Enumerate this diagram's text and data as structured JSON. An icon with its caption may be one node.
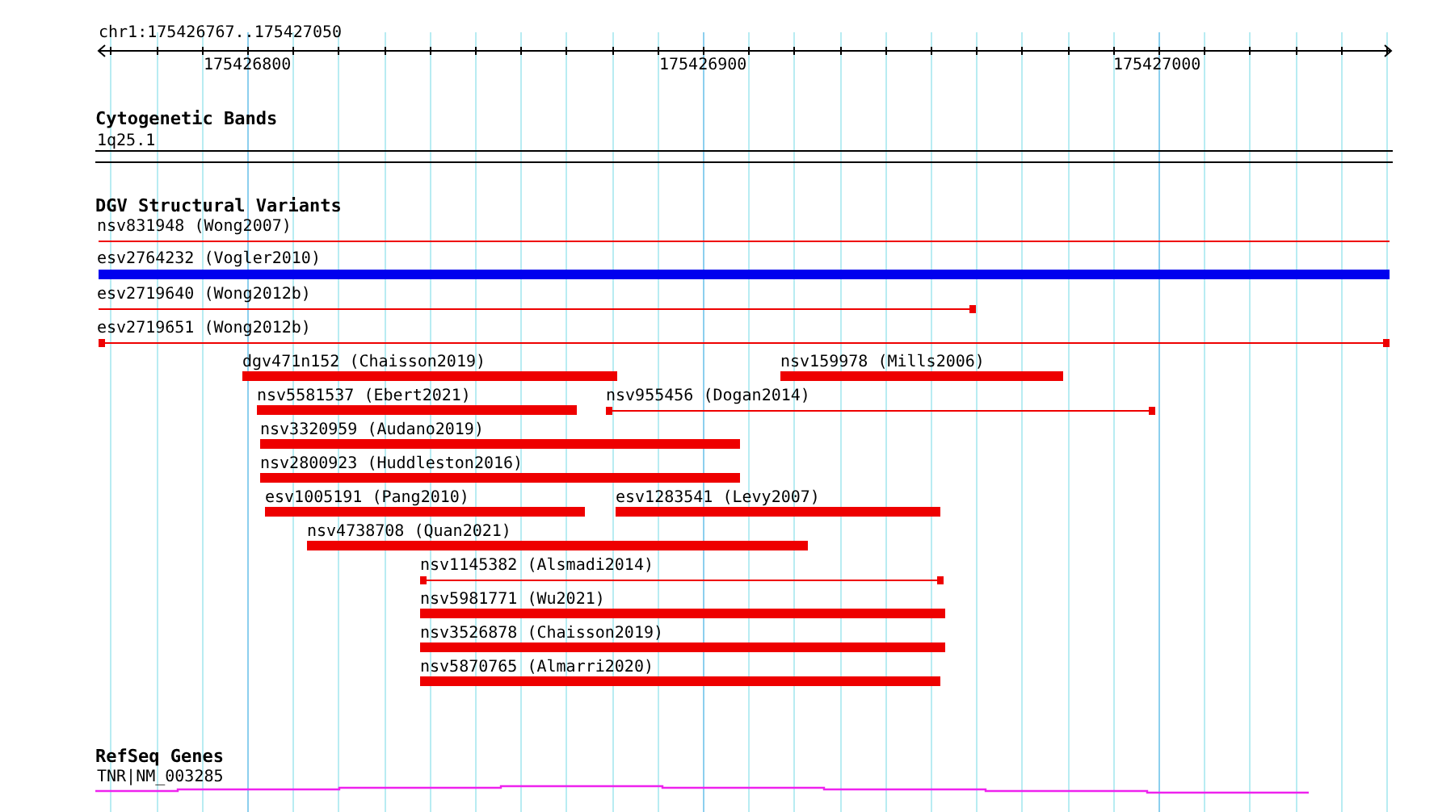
{
  "diagram": {
    "nodes": [
      {
        "text": [
          "nsv831948 (Wong2007)"
        ]
      },
      {
        "text": [
          "esv2764232 (Vogler2010)"
        ]
      },
      {
        "text": [
          "esv2719640 (Wong2012b)"
        ]
      },
      {
        "text": [
          "esv2719651 (Wong2012b)"
        ]
      },
      {
        "text": [
          "dgv471n152 (Chaisson2019)"
        ]
      },
      {
        "text": [
          "nsv159978 (Mills2006)"
        ]
      },
      {
        "text": [
          "nsv5581537 (Ebert2021)"
        ]
      },
      {
        "text": [
          "nsv955456 (Dogan2014)"
        ]
      },
      {
        "text": [
          "nsv3320959 (Audano2019)"
        ]
      },
      {
        "text": [
          "nsv2800923 (Huddleston2016)"
        ]
      },
      {
        "text": [
          "esv1005191 (Pang2010)"
        ]
      },
      {
        "text": [
          "esv1283541 (Levy2007)"
        ]
      },
      {
        "text": [
          "nsv4738708 (Quan2021)"
        ]
      },
      {
        "text": [
          "nsv1145382 (Alsmadi2014)"
        ]
      },
      {
        "text": [
          "nsv5981771 (Wu2021)"
        ]
      },
      {
        "text": [
          "nsv3526878 (Chaisson2019)"
        ]
      },
      {
        "text": [
          "nsv5870765 (Almarri2020)"
        ]
      }
    ],
    "edges": [],
    "labels": [
      "chr1:175426767..175427050",
      "175426800",
      "175426900",
      "175427000",
      "Cytogenetic Bands",
      "1q25.1",
      "DGV Structural Variants",
      "RefSeq Genes",
      "TNR|NM_003285"
    ]
  }
}
